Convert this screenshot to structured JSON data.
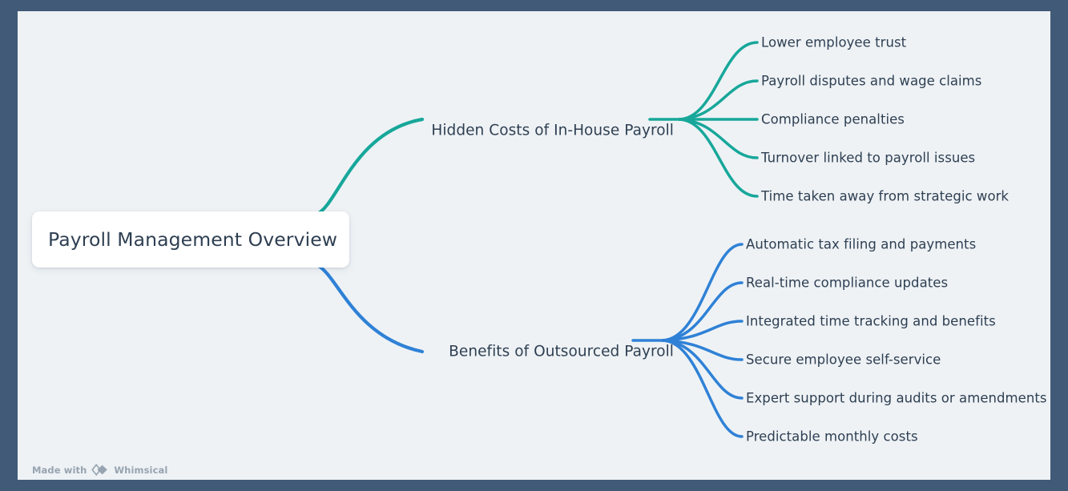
{
  "app": {
    "watermark_prefix": "Made with",
    "watermark_brand": "Whimsical",
    "watermark_logo_icon": "whimsical-diamond-logo",
    "frame_color": "#415a77",
    "canvas_color": "#eef2f5",
    "text_color": "#2e3f52"
  },
  "mindmap": {
    "root": {
      "title": "Payroll Management Overview",
      "card_color": "#ffffff"
    },
    "branches": [
      {
        "label": "Hidden Costs of In-House Payroll",
        "color": "#17a79a",
        "children": [
          "Lower employee trust",
          "Payroll disputes and wage claims",
          "Compliance penalties",
          "Turnover linked to payroll issues",
          "Time taken away from strategic work"
        ]
      },
      {
        "label": "Benefits of Outsourced Payroll",
        "color": "#2f81d6",
        "children": [
          "Automatic tax filing and payments",
          "Real-time compliance updates",
          "Integrated time tracking and benefits",
          "Secure employee self-service",
          "Expert support during audits or amendments",
          "Predictable monthly costs"
        ]
      }
    ]
  }
}
